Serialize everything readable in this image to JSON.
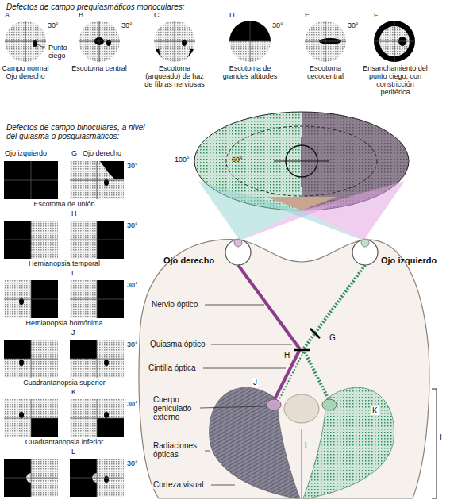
{
  "diagram": {
    "labels": [
      "Defectos de campo prequiasmáticos monoculares:",
      "A",
      "Campo normal Ojo derecho",
      "Punto ciego",
      "30°",
      "B",
      "Escotoma central",
      "30°",
      "C",
      "Escotoma (arqueado) de haz de fibras nerviosas",
      "D",
      "Escotoma de grandes altitudes",
      "30°",
      "E",
      "Escotoma cecocentral",
      "30°",
      "F",
      "Ensanchamiento del punto ciego, con constricción periférica",
      "Defectos de campo binoculares, a nivel del quiasma o posquiasmáticos:",
      "Ojo izquierdo",
      "G",
      "Ojo derecho",
      "30°",
      "Escotoma de unión",
      "H",
      "30°",
      "Hemianopsia temporal",
      "I",
      "30°",
      "Hemianopsia homónima",
      "J",
      "30°",
      "Cuadrantanopsia superior",
      "K",
      "30°",
      "Cuadrantanopsia inferior",
      "L",
      "30°",
      "100°",
      "60°",
      "Ojo derecho",
      "Ojo izquierdo",
      "Nervio óptico",
      "G",
      "Quiasma óptico",
      "H",
      "Cintilla óptica",
      "J",
      "Cuerpo geniculado externo",
      "K",
      "Radiaciones ópticas",
      "L",
      "Corteza visual",
      "I"
    ]
  }
}
